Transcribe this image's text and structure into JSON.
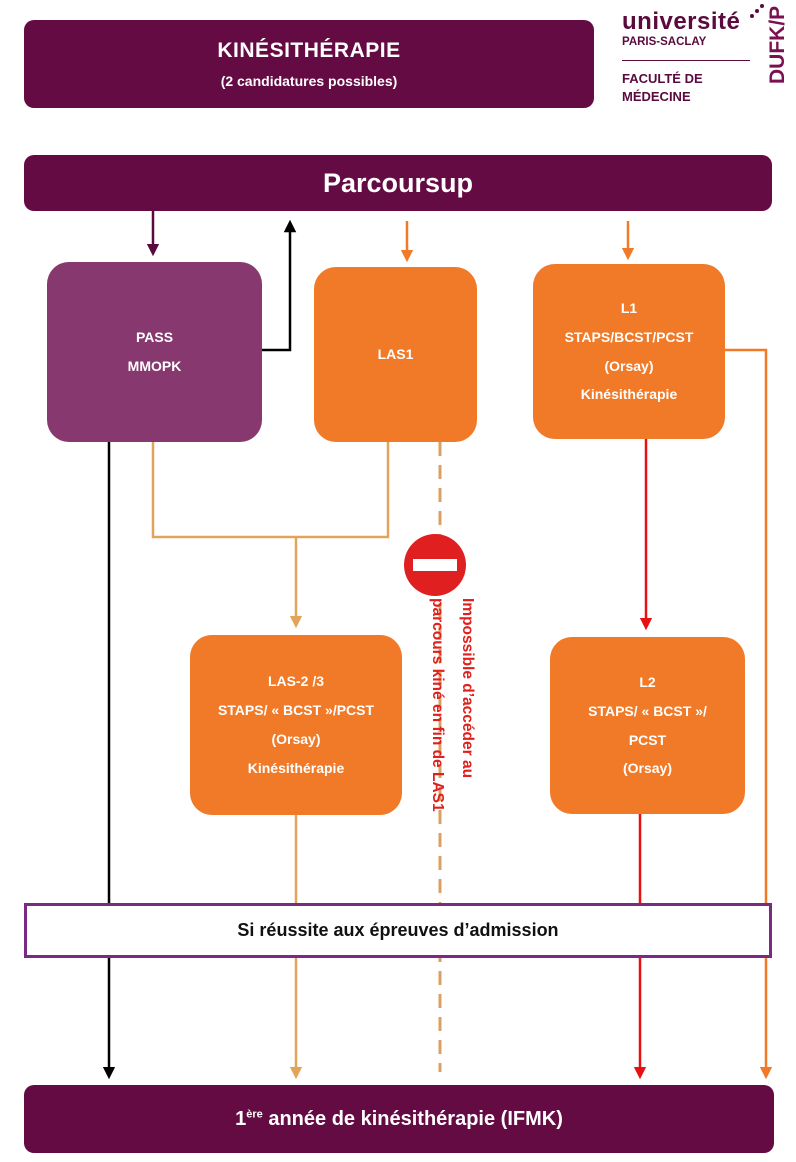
{
  "header": {
    "title": "KINÉSITHÉRAPIE",
    "subtitle": "(2 candidatures possibles)"
  },
  "logo": {
    "university": "université",
    "campus": "PARIS-SACLAY",
    "faculty_line1": "FACULTÉ DE",
    "faculty_line2": "MÉDECINE",
    "dufk": "DUFK/P"
  },
  "parcoursup": "Parcoursup",
  "boxes": {
    "pass": {
      "line1": "PASS",
      "line2": "MMOPK"
    },
    "las1": {
      "line1": "LAS1"
    },
    "l1": {
      "line1": "L1",
      "line2": "STAPS/BCST/PCST",
      "line3": "(Orsay)",
      "line4": "Kinésithérapie"
    },
    "las23": {
      "line1": "LAS-2 /3",
      "line2": "STAPS/ « BCST »/PCST",
      "line3": "(Orsay)",
      "line4": "Kinésithérapie"
    },
    "l2": {
      "line1": "L2",
      "line2": "STAPS/ « BCST »/",
      "line3": "PCST",
      "line4": "(Orsay)"
    }
  },
  "warning": {
    "line1": "Impossible d’accéder au",
    "line2": "parcours kiné en fin de LAS1"
  },
  "admission": "Si réussite aux épreuves d’admission",
  "footer": {
    "prefix": "1",
    "sup": "ère",
    "rest": " année de kinésithérapie (IFMK)"
  },
  "colors": {
    "dark_purple": "#650b44",
    "purple_box": "#87396f",
    "orange": "#f07a28",
    "tan_arrow": "#e2a45a",
    "red": "#e81010",
    "border_purple": "#7a2a82"
  }
}
